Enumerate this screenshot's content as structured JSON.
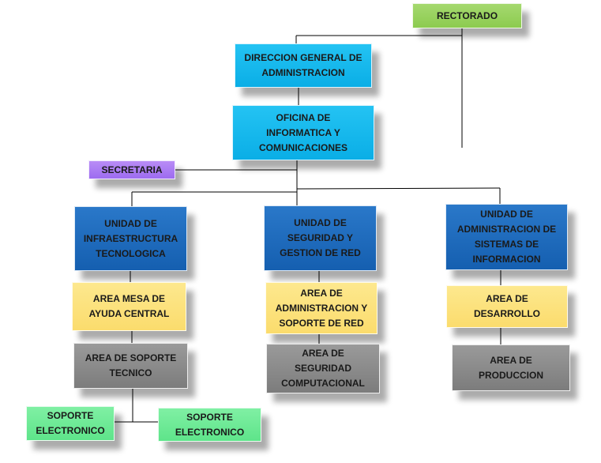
{
  "org_chart": {
    "nodes": {
      "rectorado": "RECTORADO",
      "direccion": "DIRECCION GENERAL DE\nADMINISTRACION",
      "oficina": "OFICINA DE\nINFORMATICA Y\nCOMUNICACIONES",
      "secretaria": "SECRETARIA",
      "unidad_infra": "UNIDAD DE\nINFRAESTRUCTURA\nTECNOLOGICA",
      "unidad_seg": "UNIDAD DE\nSEGURIDAD Y\nGESTION DE RED",
      "unidad_adm": "UNIDAD DE\nADMINISTRACION DE\nSISTEMAS DE\nINFORMACION",
      "area_mesa": "AREA MESA DE\nAYUDA CENTRAL",
      "area_adm_red": "AREA DE\nADMINISTRACION Y\nSOPORTE DE RED",
      "area_desarrollo": "AREA DE\nDESARROLLO",
      "area_soporte": "AREA DE SOPORTE\nTECNICO",
      "area_seg_comp": "AREA DE\nSEGURIDAD\nCOMPUTACIONAL",
      "area_produccion": "AREA DE\nPRODUCCION",
      "soporte_1": "SOPORTE\nELECTRONICO",
      "soporte_2": "SOPORTE\nELECTRONICO"
    },
    "colors": {
      "rectorado": "#8ccb4f",
      "direccion": "#0aaee6",
      "secretaria": "#9d6cf0",
      "unidad": "#155fb0",
      "area_yellow": "#fbdc6d",
      "area_gray": "#7c7c7c",
      "soporte": "#5ee48a",
      "connector": "#000000"
    }
  }
}
